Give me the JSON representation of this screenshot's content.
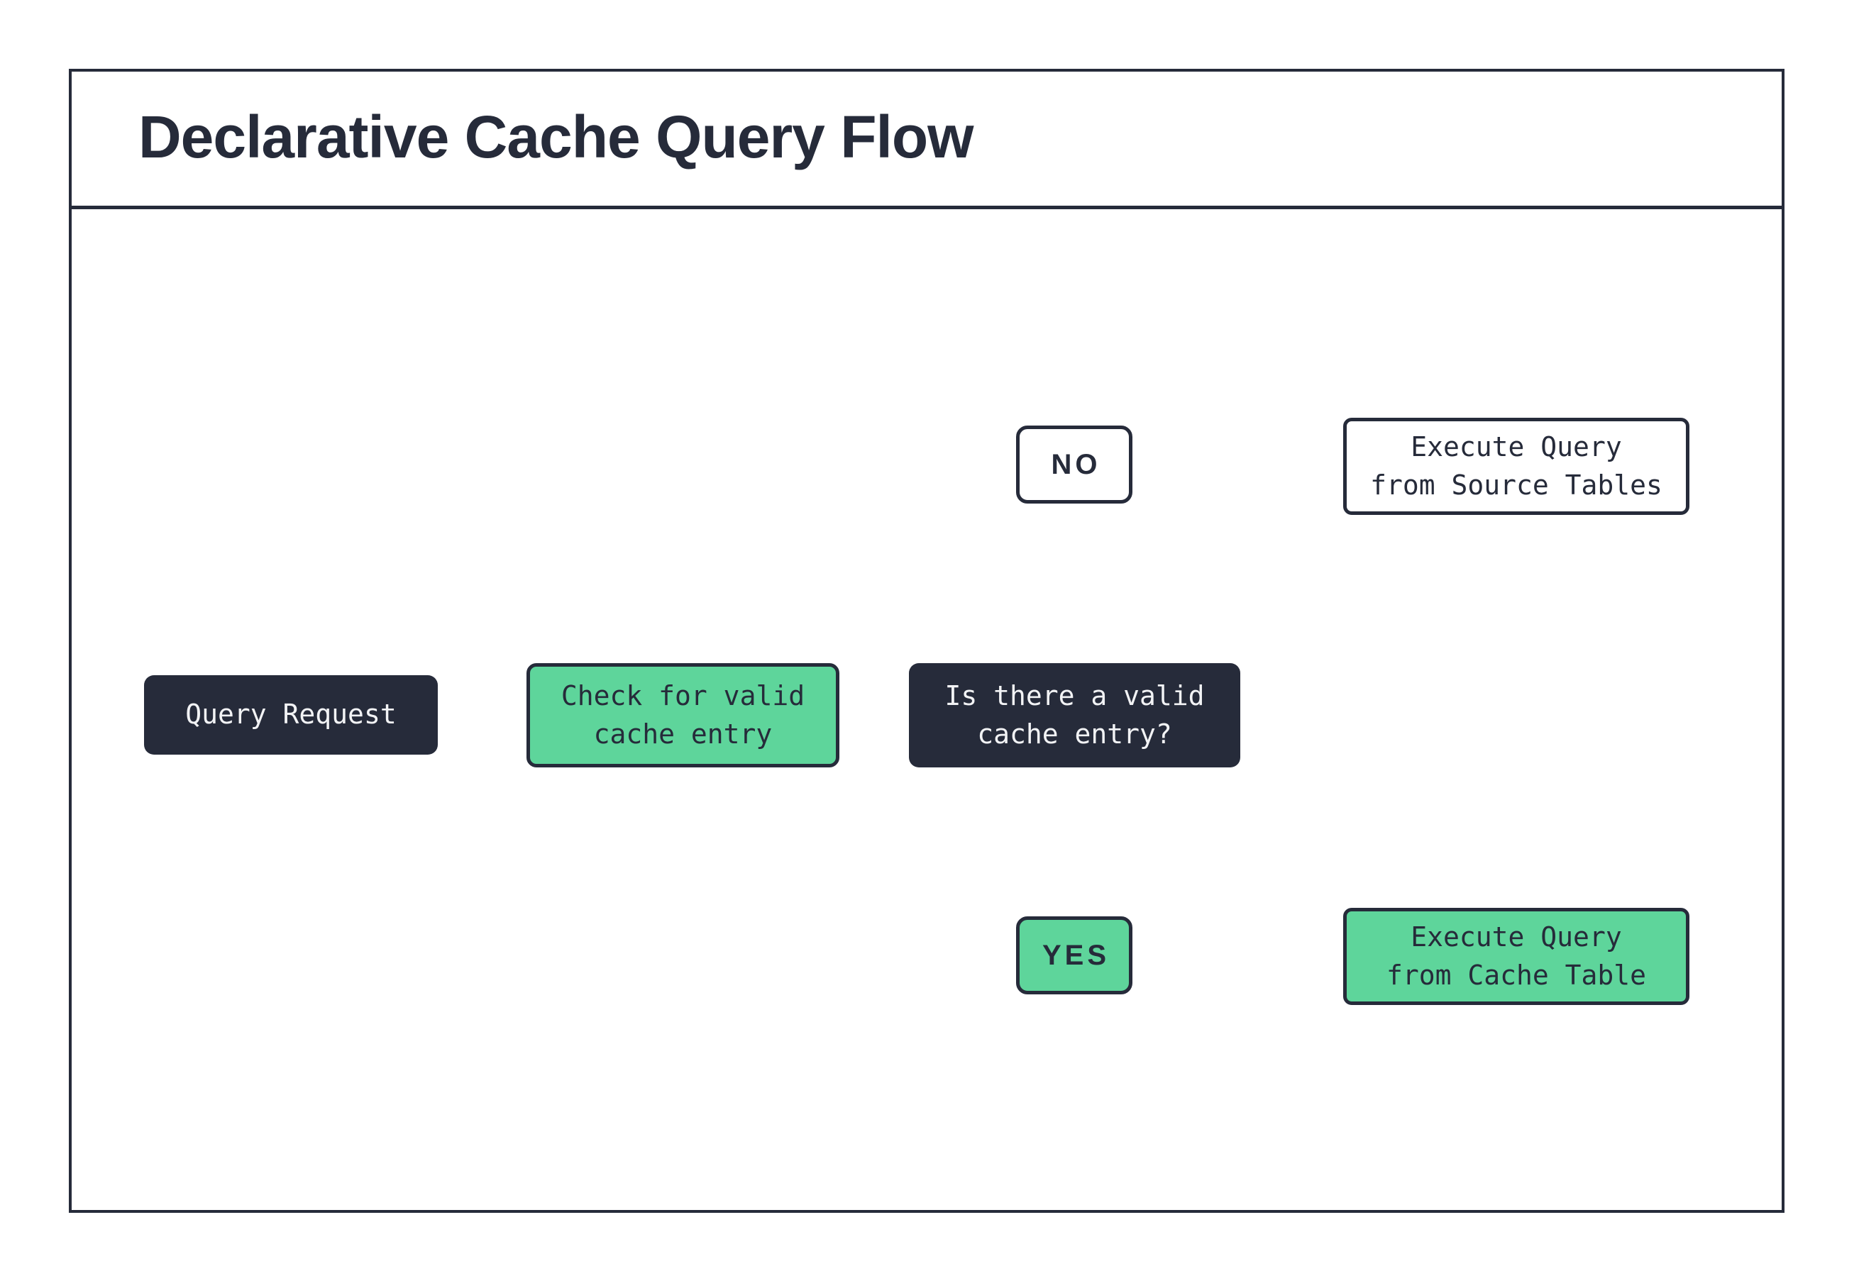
{
  "header": {
    "title": "Declarative Cache Query Flow"
  },
  "flow": {
    "query_request_label": "Query Request",
    "check_cache_label": "Check for valid\ncache entry",
    "decision_label": "Is there a valid\ncache entry?",
    "no_label": "NO",
    "yes_label": "YES",
    "source_db_label": "Execute Query\nfrom Source Tables",
    "cache_db_label": "Execute Query\nfrom Cache Table"
  },
  "colors": {
    "dark": "#262b3a",
    "green": "#5ed59b",
    "light_text": "#f2f3f5",
    "background": "#ffffff"
  }
}
